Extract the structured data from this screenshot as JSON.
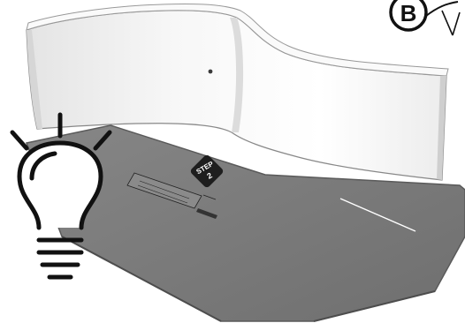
{
  "callout": {
    "letter": "B"
  },
  "logo": {
    "word": "STEP",
    "number": "2"
  },
  "icons": {
    "tip": "lightbulb-icon",
    "callout": "circled-letter-icon"
  },
  "colors": {
    "mat": "#7b7b7b",
    "mat_edge": "#5e5e5e",
    "panel": "#f3f3f3",
    "panel_shadow": "#d2d2d2",
    "line": "#111111"
  }
}
